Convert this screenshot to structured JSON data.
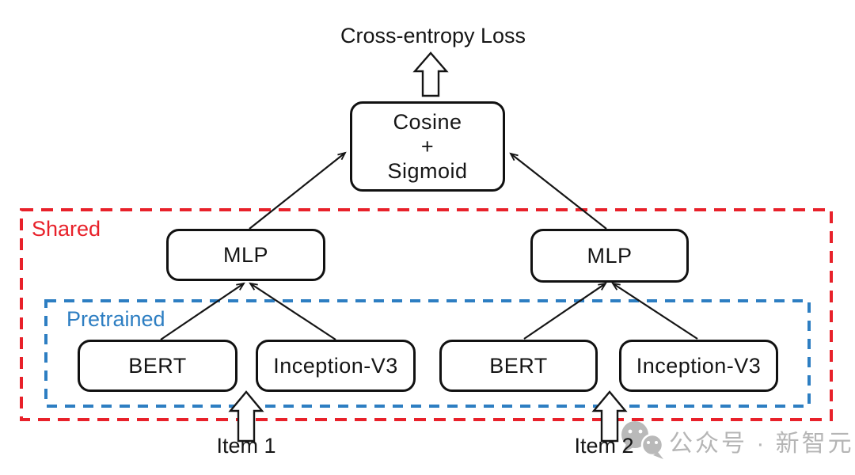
{
  "diagram": {
    "loss_label": "Cross-entropy Loss",
    "nodes": {
      "cosine_sigmoid": {
        "lines": [
          "Cosine",
          "+",
          "Sigmoid"
        ]
      },
      "mlp_left": {
        "label": "MLP"
      },
      "mlp_right": {
        "label": "MLP"
      },
      "bert_left": {
        "label": "BERT"
      },
      "inception_left": {
        "label": "Inception-V3"
      },
      "bert_right": {
        "label": "BERT"
      },
      "inception_right": {
        "label": "Inception-V3"
      }
    },
    "groups": {
      "shared": {
        "label": "Shared",
        "color": "#e8212a"
      },
      "pretrained": {
        "label": "Pretrained",
        "color": "#2d7ec2"
      }
    },
    "inputs": {
      "item1": "Item 1",
      "item2": "Item 2"
    },
    "icons": {
      "loss_arrow": "up-block-arrow",
      "item1_arrow": "up-block-arrow",
      "item2_arrow": "up-block-arrow"
    },
    "line_color": "#151515"
  },
  "watermark": {
    "icon": "wechat-icon",
    "text": "公众号 · 新智元",
    "color": "#b5b5b5"
  }
}
